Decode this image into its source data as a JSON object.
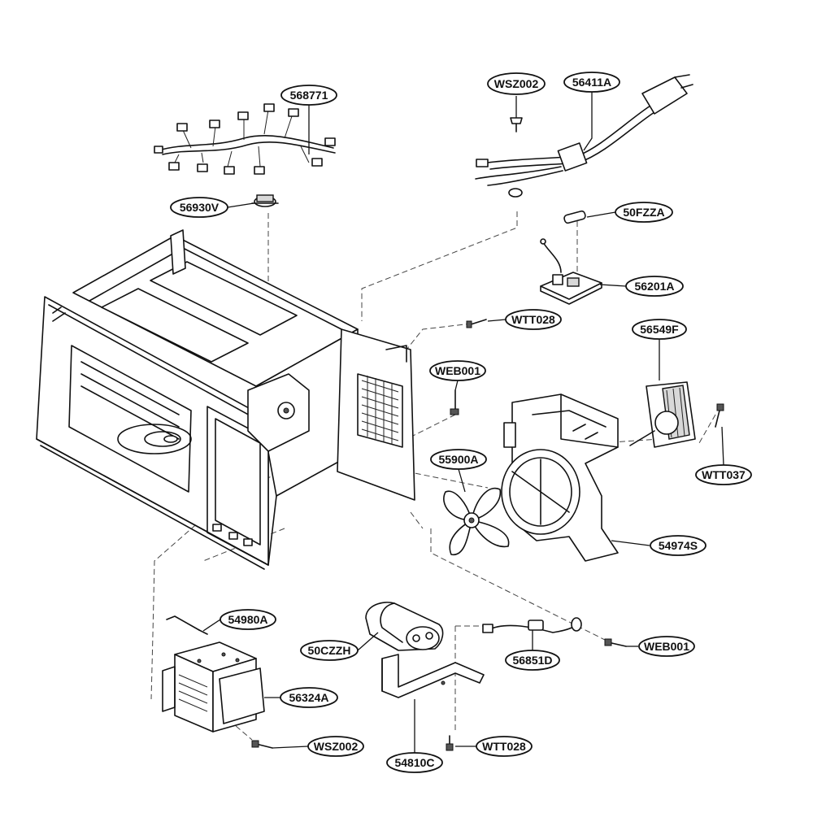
{
  "parts": {
    "harness": "568771",
    "thermostat": "56930V",
    "screw_top": "WSZ002",
    "power_cord": "56411A",
    "fuse": "50FZZA",
    "noise_filter": "56201A",
    "screw_filter": "WTT028",
    "screw_back": "WEB001",
    "fan_motor": "56549F",
    "screw_motor": "WTT037",
    "fan_blade": "55900A",
    "fan_duct": "54974S",
    "diode": "54980A",
    "magnetron": "56324A",
    "screw_magnetron": "WSZ002",
    "capacitor": "50CZZH",
    "capacitor_bracket": "54810C",
    "screw_bracket": "WTT028",
    "lamp_socket": "56851D",
    "screw_lamp": "WEB001"
  }
}
